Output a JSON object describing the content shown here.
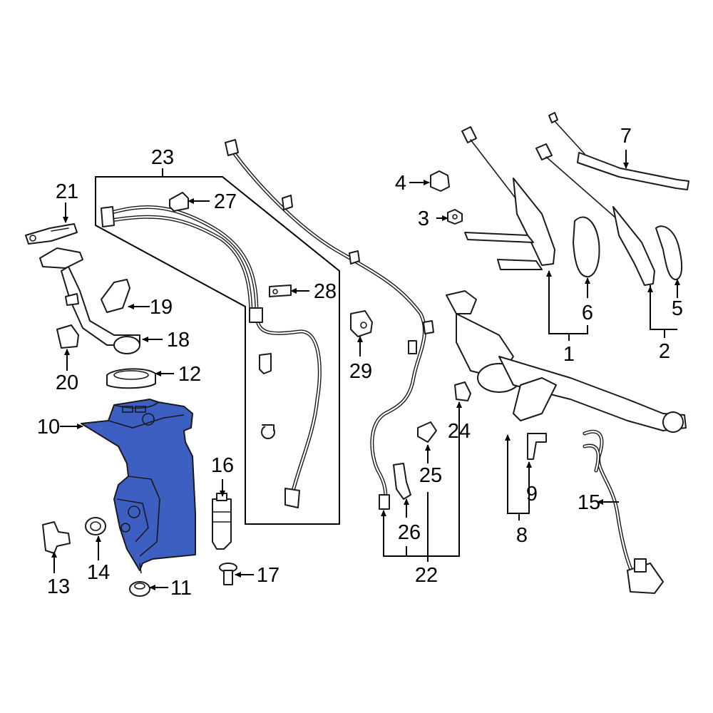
{
  "diagram": {
    "highlight_color": "#3e5fc2",
    "callouts": {
      "c1": "1",
      "c2": "2",
      "c3": "3",
      "c4": "4",
      "c5": "5",
      "c6": "6",
      "c7": "7",
      "c8": "8",
      "c9": "9",
      "c10": "10",
      "c11": "11",
      "c12": "12",
      "c13": "13",
      "c14": "14",
      "c15": "15",
      "c16": "16",
      "c17": "17",
      "c18": "18",
      "c19": "19",
      "c20": "20",
      "c21": "21",
      "c22": "22",
      "c23": "23",
      "c24": "24",
      "c25": "25",
      "c26": "26",
      "c27": "27",
      "c28": "28",
      "c29": "29"
    }
  }
}
